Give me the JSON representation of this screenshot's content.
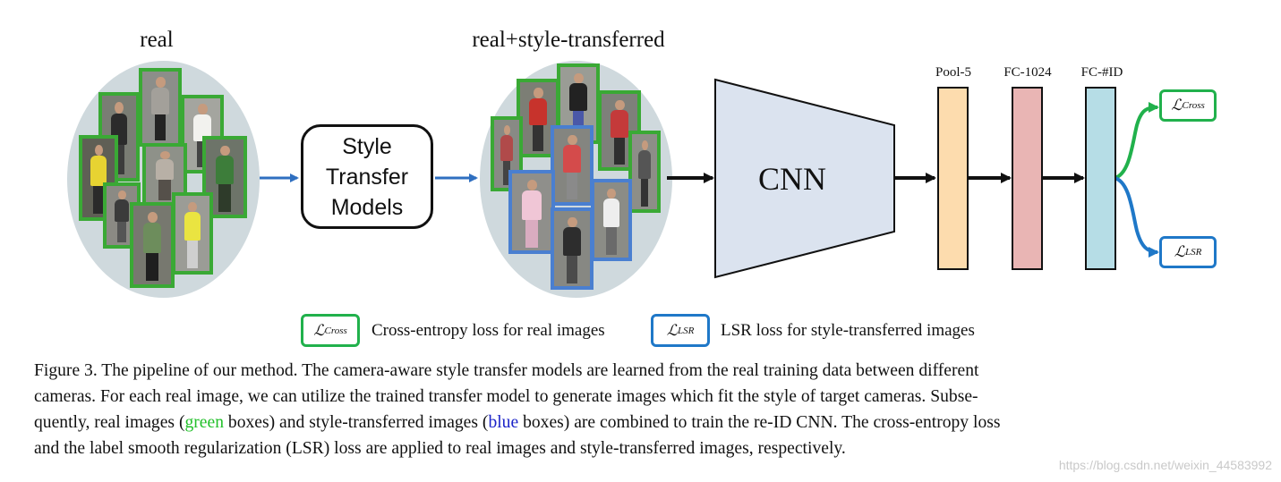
{
  "diagram": {
    "real_label": "real",
    "mixed_label": "real+style-transferred",
    "style_transfer_lines": [
      "Style",
      "Transfer",
      "Models"
    ],
    "cnn_label": "CNN",
    "layers": [
      "Pool-5",
      "FC-1024",
      "FC-#ID"
    ],
    "loss_cross_symbol": "ℒ",
    "loss_cross_sub": "Cross",
    "loss_lsr_symbol": "ℒ",
    "loss_lsr_sub": "LSR",
    "colors": {
      "real_box": "#3aa935",
      "style_box": "#4a7fd0",
      "arrow_blue": "#2f6fc0",
      "ellipse": "#cfd9dd",
      "cnn_fill": "#dbe3ef",
      "pool5_fill": "#fddcae",
      "fc1024_fill": "#e9b5b4",
      "fcid_fill": "#b6dde6",
      "cross_branch": "#21b14c",
      "lsr_branch": "#1f78c8"
    }
  },
  "legend": {
    "cross_text": "Cross-entropy loss for real images",
    "lsr_text": "LSR loss for style-transferred images"
  },
  "caption": {
    "line1": "Figure 3. The pipeline of our method. The camera-aware style transfer models are learned from the real training data between different",
    "line2": "cameras. For each real image, we can utilize the trained transfer model to generate images which fit the style of target cameras. Subse-",
    "line3_a": "quently, real images (",
    "line3_green": "green",
    "line3_b": " boxes) and style-transferred images (",
    "line3_blue": "blue",
    "line3_c": " boxes) are combined to train the re-ID CNN. The cross-entropy loss",
    "line4": "and the label smooth regularization (LSR) loss are applied to real images and style-transferred images, respectively."
  },
  "watermark": "https://blog.csdn.net/weixin_44583992"
}
